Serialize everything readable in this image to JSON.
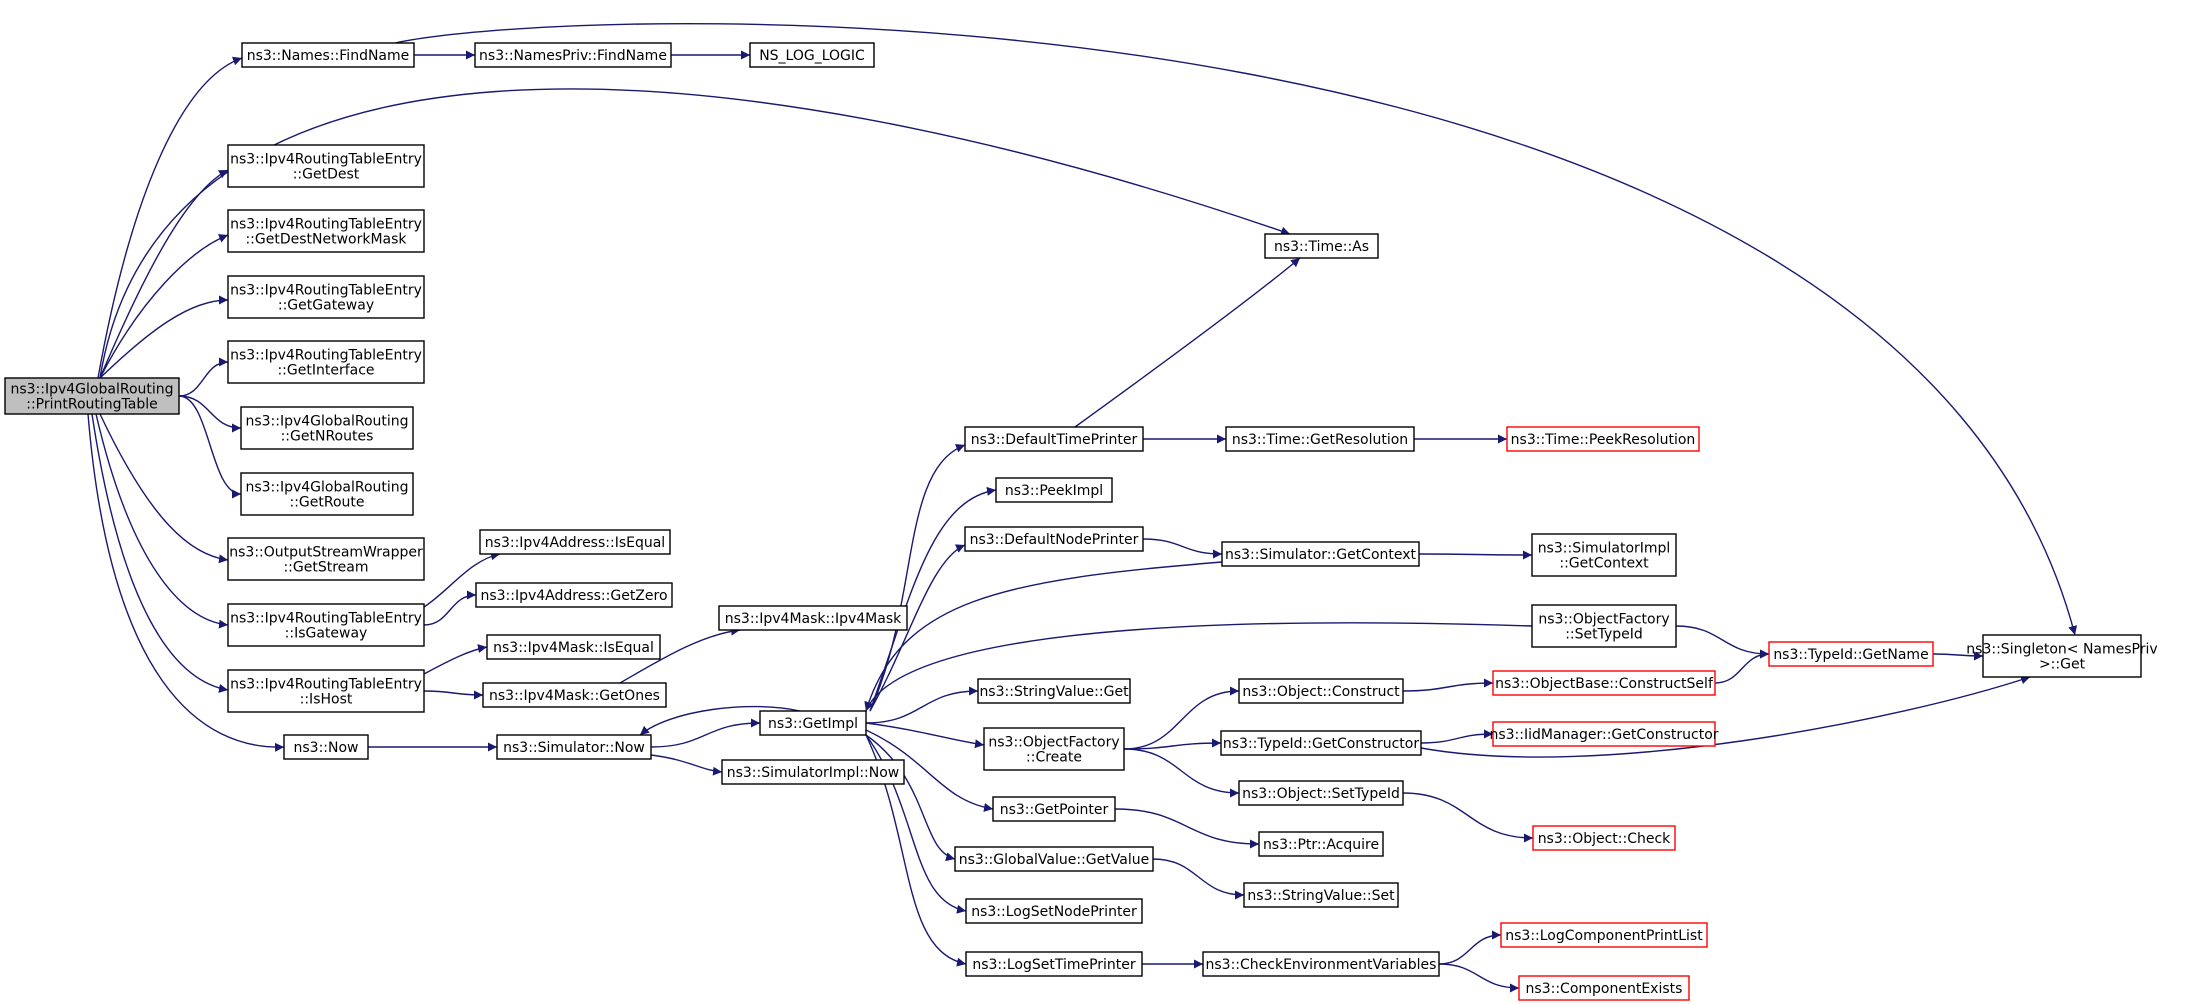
{
  "graph": {
    "nodes": [
      {
        "id": "root",
        "lines": [
          "ns3::Ipv4GlobalRouting",
          "::PrintRoutingTable"
        ],
        "style": "root"
      },
      {
        "id": "names_findname",
        "lines": [
          "ns3::Names::FindName"
        ],
        "style": "normal"
      },
      {
        "id": "namespriv_findname",
        "lines": [
          "ns3::NamesPriv::FindName"
        ],
        "style": "normal"
      },
      {
        "id": "ns_log_logic",
        "lines": [
          "NS_LOG_LOGIC"
        ],
        "style": "normal"
      },
      {
        "id": "getdest",
        "lines": [
          "ns3::Ipv4RoutingTableEntry",
          "::GetDest"
        ],
        "style": "normal"
      },
      {
        "id": "getdestnetmask",
        "lines": [
          "ns3::Ipv4RoutingTableEntry",
          "::GetDestNetworkMask"
        ],
        "style": "normal"
      },
      {
        "id": "getgateway",
        "lines": [
          "ns3::Ipv4RoutingTableEntry",
          "::GetGateway"
        ],
        "style": "normal"
      },
      {
        "id": "getinterface",
        "lines": [
          "ns3::Ipv4RoutingTableEntry",
          "::GetInterface"
        ],
        "style": "normal"
      },
      {
        "id": "getnroutes",
        "lines": [
          "ns3::Ipv4GlobalRouting",
          "::GetNRoutes"
        ],
        "style": "normal"
      },
      {
        "id": "getroute",
        "lines": [
          "ns3::Ipv4GlobalRouting",
          "::GetRoute"
        ],
        "style": "normal"
      },
      {
        "id": "getstream",
        "lines": [
          "ns3::OutputStreamWrapper",
          "::GetStream"
        ],
        "style": "normal"
      },
      {
        "id": "isgateway",
        "lines": [
          "ns3::Ipv4RoutingTableEntry",
          "::IsGateway"
        ],
        "style": "normal"
      },
      {
        "id": "ishost",
        "lines": [
          "ns3::Ipv4RoutingTableEntry",
          "::IsHost"
        ],
        "style": "normal"
      },
      {
        "id": "now",
        "lines": [
          "ns3::Now"
        ],
        "style": "normal"
      },
      {
        "id": "ipv4addr_isequal",
        "lines": [
          "ns3::Ipv4Address::IsEqual"
        ],
        "style": "normal"
      },
      {
        "id": "ipv4addr_getzero",
        "lines": [
          "ns3::Ipv4Address::GetZero"
        ],
        "style": "normal"
      },
      {
        "id": "ipv4mask_ipv4mask",
        "lines": [
          "ns3::Ipv4Mask::Ipv4Mask"
        ],
        "style": "normal"
      },
      {
        "id": "ipv4mask_isequal",
        "lines": [
          "ns3::Ipv4Mask::IsEqual"
        ],
        "style": "normal"
      },
      {
        "id": "ipv4mask_getones",
        "lines": [
          "ns3::Ipv4Mask::GetOnes"
        ],
        "style": "normal"
      },
      {
        "id": "sim_now",
        "lines": [
          "ns3::Simulator::Now"
        ],
        "style": "normal"
      },
      {
        "id": "getimpl",
        "lines": [
          "ns3::GetImpl"
        ],
        "style": "normal"
      },
      {
        "id": "simimpl_now",
        "lines": [
          "ns3::SimulatorImpl::Now"
        ],
        "style": "normal"
      },
      {
        "id": "time_as",
        "lines": [
          "ns3::Time::As"
        ],
        "style": "normal"
      },
      {
        "id": "defaulttimeprinter",
        "lines": [
          "ns3::DefaultTimePrinter"
        ],
        "style": "normal"
      },
      {
        "id": "peekimpl",
        "lines": [
          "ns3::PeekImpl"
        ],
        "style": "normal"
      },
      {
        "id": "defaultnodeprinter",
        "lines": [
          "ns3::DefaultNodePrinter"
        ],
        "style": "normal"
      },
      {
        "id": "stringvalue_get",
        "lines": [
          "ns3::StringValue::Get"
        ],
        "style": "normal"
      },
      {
        "id": "objfactory_create",
        "lines": [
          "ns3::ObjectFactory",
          "::Create"
        ],
        "style": "normal"
      },
      {
        "id": "getpointer",
        "lines": [
          "ns3::GetPointer"
        ],
        "style": "normal"
      },
      {
        "id": "globalvalue_getvalue",
        "lines": [
          "ns3::GlobalValue::GetValue"
        ],
        "style": "normal"
      },
      {
        "id": "logsetnodeprinter",
        "lines": [
          "ns3::LogSetNodePrinter"
        ],
        "style": "normal"
      },
      {
        "id": "logsettimeprinter",
        "lines": [
          "ns3::LogSetTimePrinter"
        ],
        "style": "normal"
      },
      {
        "id": "time_getresolution",
        "lines": [
          "ns3::Time::GetResolution"
        ],
        "style": "normal"
      },
      {
        "id": "time_peekresolution",
        "lines": [
          "ns3::Time::PeekResolution"
        ],
        "style": "red"
      },
      {
        "id": "sim_getcontext",
        "lines": [
          "ns3::Simulator::GetContext"
        ],
        "style": "normal"
      },
      {
        "id": "simimpl_getcontext",
        "lines": [
          "ns3::SimulatorImpl",
          "::GetContext"
        ],
        "style": "normal"
      },
      {
        "id": "objfactory_settypeid",
        "lines": [
          "ns3::ObjectFactory",
          "::SetTypeId"
        ],
        "style": "normal"
      },
      {
        "id": "object_construct",
        "lines": [
          "ns3::Object::Construct"
        ],
        "style": "normal"
      },
      {
        "id": "typeid_getconstructor",
        "lines": [
          "ns3::TypeId::GetConstructor"
        ],
        "style": "normal"
      },
      {
        "id": "object_settypeid",
        "lines": [
          "ns3::Object::SetTypeId"
        ],
        "style": "normal"
      },
      {
        "id": "ptr_acquire",
        "lines": [
          "ns3::Ptr::Acquire"
        ],
        "style": "normal"
      },
      {
        "id": "stringvalue_set",
        "lines": [
          "ns3::StringValue::Set"
        ],
        "style": "normal"
      },
      {
        "id": "checkenvvars",
        "lines": [
          "ns3::CheckEnvironmentVariables"
        ],
        "style": "normal"
      },
      {
        "id": "objectbase_constructself",
        "lines": [
          "ns3::ObjectBase::ConstructSelf"
        ],
        "style": "red"
      },
      {
        "id": "iidmanager_getconstructor",
        "lines": [
          "ns3::IidManager::GetConstructor"
        ],
        "style": "red"
      },
      {
        "id": "object_check",
        "lines": [
          "ns3::Object::Check"
        ],
        "style": "red"
      },
      {
        "id": "logcomponentprintlist",
        "lines": [
          "ns3::LogComponentPrintList"
        ],
        "style": "red"
      },
      {
        "id": "componentexists",
        "lines": [
          "ns3::ComponentExists"
        ],
        "style": "red"
      },
      {
        "id": "typeid_getname",
        "lines": [
          "ns3::TypeId::GetName"
        ],
        "style": "red"
      },
      {
        "id": "singleton_get",
        "lines": [
          "ns3::Singleton< NamesPriv",
          " >::Get"
        ],
        "style": "normal"
      }
    ],
    "edges": [
      [
        "root",
        "names_findname"
      ],
      [
        "root",
        "time_as"
      ],
      [
        "root",
        "getdest"
      ],
      [
        "root",
        "getdestnetmask"
      ],
      [
        "root",
        "getgateway"
      ],
      [
        "root",
        "getinterface"
      ],
      [
        "root",
        "getnroutes"
      ],
      [
        "root",
        "getroute"
      ],
      [
        "root",
        "getstream"
      ],
      [
        "root",
        "isgateway"
      ],
      [
        "root",
        "ishost"
      ],
      [
        "root",
        "now"
      ],
      [
        "names_findname",
        "namespriv_findname"
      ],
      [
        "names_findname",
        "singleton_get"
      ],
      [
        "namespriv_findname",
        "ns_log_logic"
      ],
      [
        "isgateway",
        "ipv4addr_isequal"
      ],
      [
        "isgateway",
        "ipv4addr_getzero"
      ],
      [
        "ishost",
        "ipv4mask_isequal"
      ],
      [
        "ishost",
        "ipv4mask_getones"
      ],
      [
        "ipv4mask_getones",
        "ipv4mask_ipv4mask"
      ],
      [
        "now",
        "sim_now"
      ],
      [
        "sim_now",
        "getimpl"
      ],
      [
        "sim_now",
        "simimpl_now"
      ],
      [
        "getimpl",
        "sim_now"
      ],
      [
        "getimpl",
        "defaulttimeprinter"
      ],
      [
        "getimpl",
        "peekimpl"
      ],
      [
        "getimpl",
        "defaultnodeprinter"
      ],
      [
        "getimpl",
        "stringvalue_get"
      ],
      [
        "getimpl",
        "objfactory_create"
      ],
      [
        "getimpl",
        "getpointer"
      ],
      [
        "getimpl",
        "globalvalue_getvalue"
      ],
      [
        "getimpl",
        "logsetnodeprinter"
      ],
      [
        "getimpl",
        "logsettimeprinter"
      ],
      [
        "defaulttimeprinter",
        "time_as"
      ],
      [
        "defaulttimeprinter",
        "time_getresolution"
      ],
      [
        "time_getresolution",
        "time_peekresolution"
      ],
      [
        "defaultnodeprinter",
        "sim_getcontext"
      ],
      [
        "sim_getcontext",
        "getimpl"
      ],
      [
        "sim_getcontext",
        "simimpl_getcontext"
      ],
      [
        "objfactory_settypeid",
        "getimpl"
      ],
      [
        "objfactory_settypeid",
        "typeid_getname"
      ],
      [
        "objfactory_create",
        "object_construct"
      ],
      [
        "objfactory_create",
        "typeid_getconstructor"
      ],
      [
        "objfactory_create",
        "object_settypeid"
      ],
      [
        "object_construct",
        "objectbase_constructself"
      ],
      [
        "objectbase_constructself",
        "typeid_getname"
      ],
      [
        "typeid_getconstructor",
        "iidmanager_getconstructor"
      ],
      [
        "typeid_getconstructor",
        "singleton_get"
      ],
      [
        "object_settypeid",
        "object_check"
      ],
      [
        "getpointer",
        "ptr_acquire"
      ],
      [
        "globalvalue_getvalue",
        "stringvalue_set"
      ],
      [
        "logsettimeprinter",
        "checkenvvars"
      ],
      [
        "checkenvvars",
        "logcomponentprintlist"
      ],
      [
        "checkenvvars",
        "componentexists"
      ],
      [
        "typeid_getname",
        "singleton_get"
      ]
    ]
  },
  "colors": {
    "edge": "#191970",
    "root_fill": "#bfbfbf",
    "unexpanded_border": "#ff0000",
    "node_border": "#000000"
  }
}
